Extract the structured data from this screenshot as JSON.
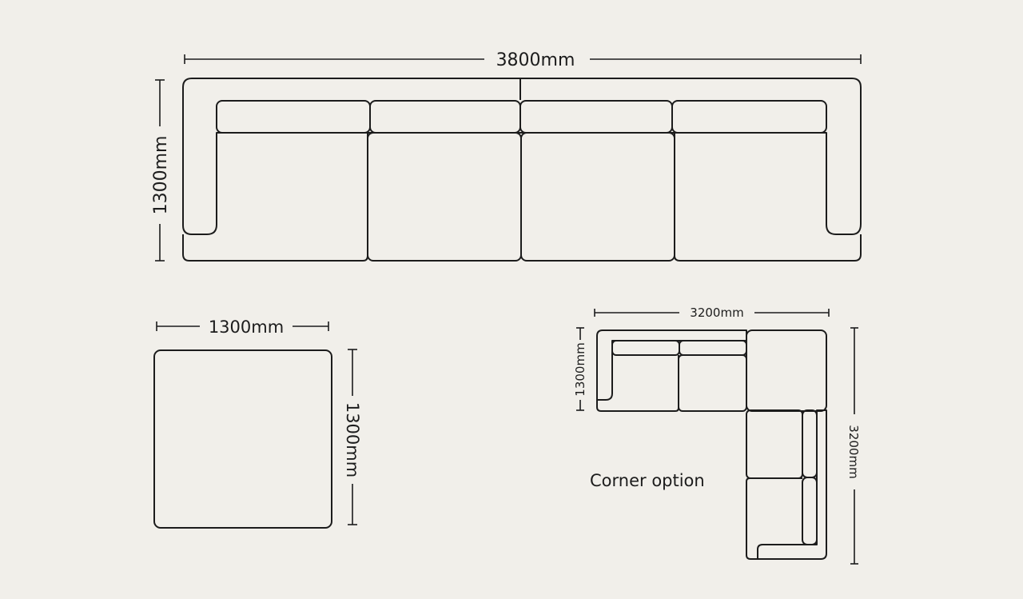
{
  "palette": {
    "background": "#f1efea",
    "line": "#1c1c1c"
  },
  "diagrams": {
    "straight_sofa": {
      "width_label": "3800mm",
      "depth_label": "1300mm"
    },
    "ottoman": {
      "width_label": "1300mm",
      "depth_label": "1300mm"
    },
    "corner_sofa": {
      "caption": "Corner option",
      "width_label": "3200mm",
      "arm_depth_label": "1300mm",
      "length_label": "3200mm"
    }
  }
}
